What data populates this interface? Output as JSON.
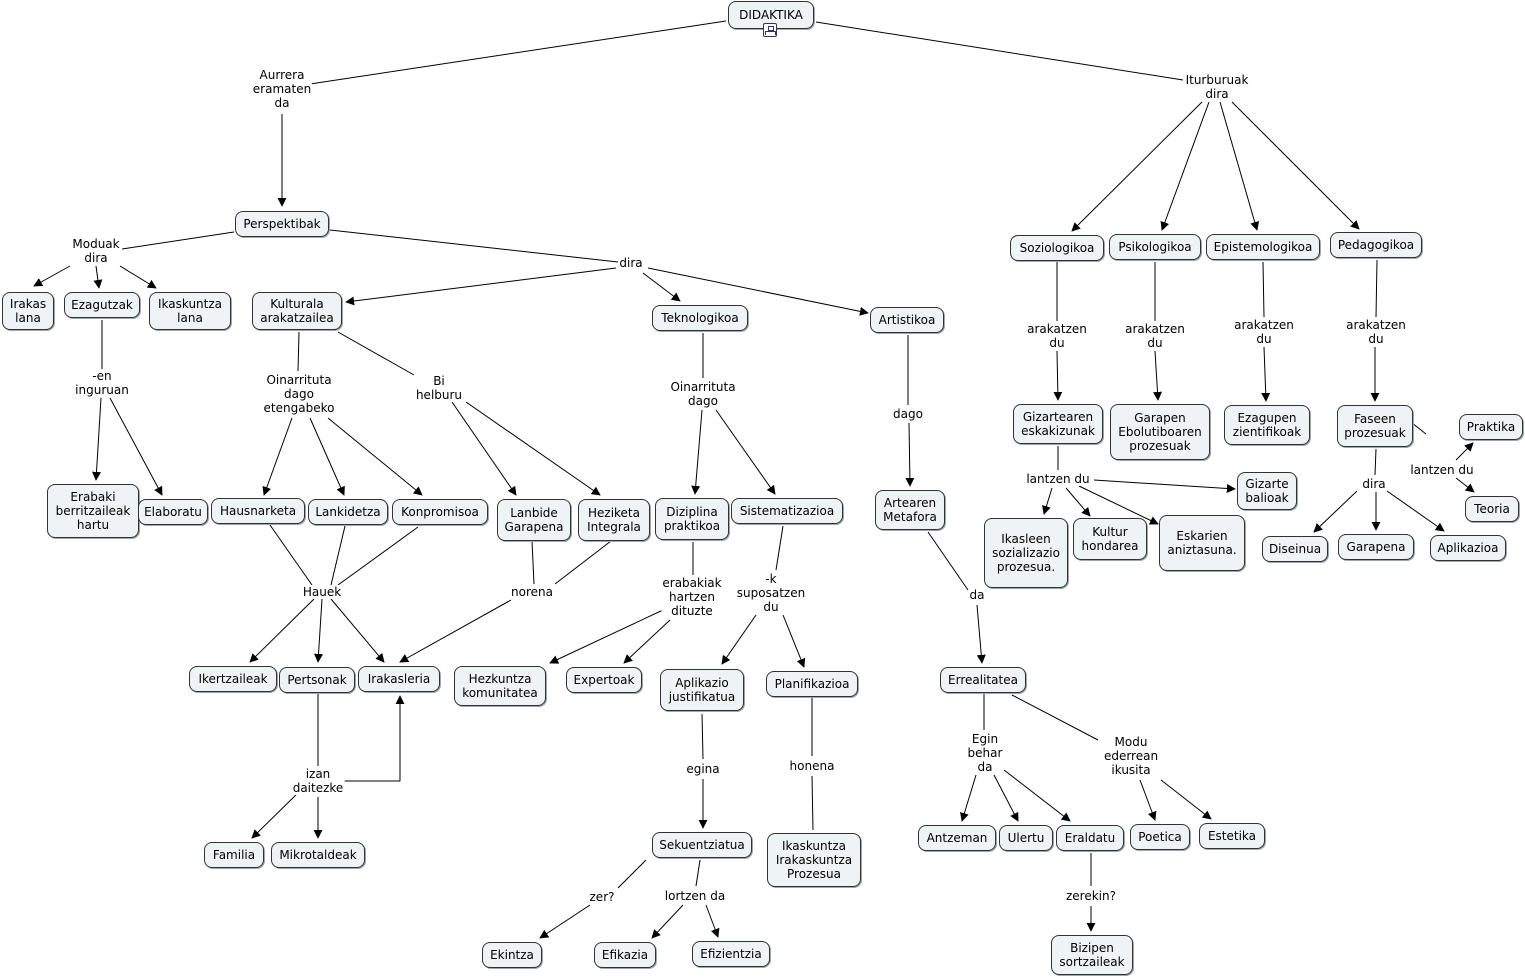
{
  "nodes": {
    "didaktika": "DIDAKTIKA",
    "perspektibak": "Perspektibak",
    "irakas_lana": "Irakas\nlana",
    "ezagutzak": "Ezagutzak",
    "ikaskuntza_lana": "Ikaskuntza\nlana",
    "erabaki": "Erabaki\nberritzaileak\nhartu",
    "elaboratu": "Elaboratu",
    "kulturala": "Kulturala\narakatzailea",
    "hausnarketa": "Hausnarketa",
    "lankidetza": "Lankidetza",
    "konpromisoa": "Konpromisoa",
    "lanbide": "Lanbide\nGarapena",
    "heziketa": "Heziketa\nIntegrala",
    "ikertzaileak": "Ikertzaileak",
    "pertsonak": "Pertsonak",
    "irakasleria": "Irakasleria",
    "familia": "Familia",
    "mikrotaldeak": "Mikrotaldeak",
    "teknologikoa": "Teknologikoa",
    "diziplina": "Diziplina\npraktikoa",
    "sistematizazioa": "Sistematizazioa",
    "hezkuntza_kom": "Hezkuntza\nkomunitatea",
    "expertoak": "Expertoak",
    "aplikazio_just": "Aplikazio\njustifikatua",
    "planifikazioa": "Planifikazioa",
    "sekuentziatua": "Sekuentziatua",
    "ikaskuntza_prozesua": "Ikaskuntza\nIrakaskuntza\nProzesua",
    "ekintza": "Ekintza",
    "efikazia": "Efikazia",
    "efizientzia": "Efizientzia",
    "artistikoa": "Artistikoa",
    "artearen": "Artearen\nMetafora",
    "errealitatea": "Errealitatea",
    "antzeman": "Antzeman",
    "ulertu": "Ulertu",
    "eraldatu": "Eraldatu",
    "poetica": "Poetica",
    "estetika": "Estetika",
    "bizipen": "Bizipen\nsortzaileak",
    "soziologikoa": "Soziologikoa",
    "psikologikoa": "Psikologikoa",
    "epistemologikoa": "Epistemologikoa",
    "pedagogikoa": "Pedagogikoa",
    "gizartearen": "Gizartearen\neskakizunak",
    "garapen_ebol": "Garapen\nEbolutiboaren\nprozesuak",
    "ezagupen": "Ezagupen\nzientifikoak",
    "faseen": "Faseen\nprozesuak",
    "gizarte_balioak": "Gizarte\nbalioak",
    "ikasleen": "Ikasleen\nsozializazio\nprozesua.",
    "kultur": "Kultur\nhondarea",
    "eskarien": "Eskarien\naniztasuna.",
    "praktika": "Praktika",
    "teoria": "Teoria",
    "diseinua": "Diseinua",
    "garapena": "Garapena",
    "aplikazioa": "Aplikazioa"
  },
  "links": {
    "aurrera": "Aurrera\neramaten\nda",
    "iturburuak": "Iturburuak\ndira",
    "moduak": "Moduak\ndira",
    "dira_main": "dira",
    "en_inguruan": "-en\ninguruan",
    "oinarrituta_eten": "Oinarrituta\ndago\netengabeko",
    "bi_helburu": "Bi\nhelburu",
    "hauek": "Hauek",
    "norena": "norena",
    "izan_daitezke": "izan\ndaitezke",
    "oinarrituta_dago": "Oinarrituta\ndago",
    "erabakiak": "erabakiak\nhartzen\ndituzte",
    "k_suposatzen": "-k\nsuposatzen\ndu",
    "egina": "egina",
    "honena": "honena",
    "zer": "zer?",
    "lortzen_da": "lortzen da",
    "dago": "dago",
    "da": "da",
    "egin_behar": "Egin\nbehar\nda",
    "modu_ederrean": "Modu\nederrean\nikusita",
    "zerekin": "zerekin?",
    "arakatzen_1": "arakatzen\ndu",
    "arakatzen_2": "arakatzen\ndu",
    "arakatzen_3": "arakatzen\ndu",
    "arakatzen_4": "arakatzen\ndu",
    "lantzen_du_1": "lantzen du",
    "lantzen_du_2": "lantzen du",
    "dira_faseen": "dira"
  },
  "colors": {
    "node_fill": "#eef3f5",
    "node_border": "#333333",
    "line": "#000000"
  },
  "root_icon": "concept-map-icon"
}
